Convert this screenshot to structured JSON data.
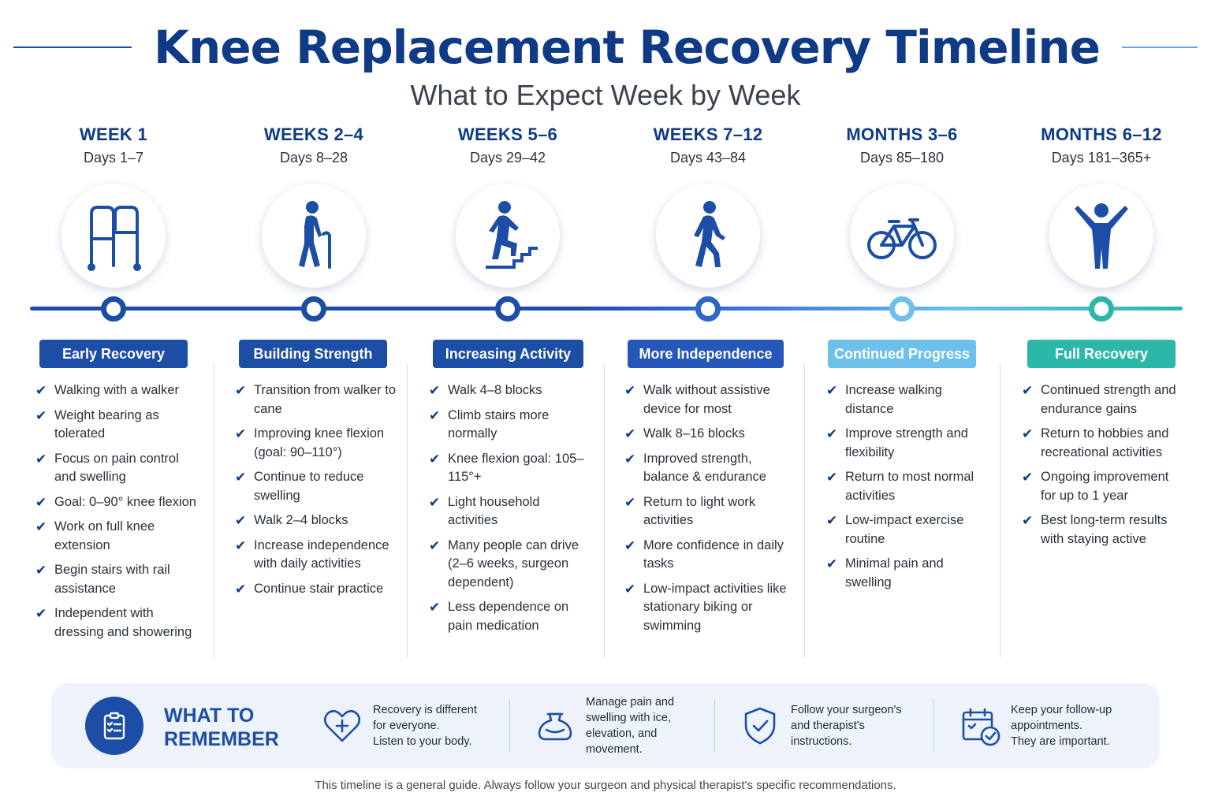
{
  "header": {
    "title": "Knee Replacement Recovery Timeline",
    "subtitle": "What to Expect Week by Week"
  },
  "colors": {
    "primary": "#1d4ea6",
    "dark": "#0f3a85",
    "light_blue": "#6cc0ea",
    "teal": "#2cb8a8"
  },
  "columns": [
    {
      "week": "WEEK 1",
      "days": "Days 1–7",
      "icon": "walker-icon",
      "stage": "Early Recovery",
      "color": "#1d4ea6",
      "items": [
        "Walking with a walker",
        "Weight bearing as tolerated",
        "Focus on pain control and swelling",
        "Goal: 0–90° knee flexion",
        "Work on full knee extension",
        "Begin stairs with rail assistance",
        "Independent with dressing and showering"
      ]
    },
    {
      "week": "WEEKS 2–4",
      "days": "Days 8–28",
      "icon": "person-with-cane-icon",
      "stage": "Building Strength",
      "color": "#1d4ea6",
      "items": [
        "Transition from walker to cane",
        "Improving knee flexion (goal: 90–110°)",
        "Continue to reduce swelling",
        "Walk 2–4 blocks",
        "Increase independence with daily activities",
        "Continue stair practice"
      ]
    },
    {
      "week": "WEEKS 5–6",
      "days": "Days 29–42",
      "icon": "person-climbing-stairs-icon",
      "stage": "Increasing Activity",
      "color": "#1d4ea6",
      "items": [
        "Walk 4–8 blocks",
        "Climb stairs more normally",
        "Knee flexion goal: 105–115°+",
        "Light household activities",
        "Many people can drive (2–6 weeks, surgeon dependent)",
        "Less dependence on pain medication"
      ]
    },
    {
      "week": "WEEKS 7–12",
      "days": "Days 43–84",
      "icon": "person-walking-icon",
      "stage": "More Independence",
      "color": "#2558b8",
      "items": [
        "Walk without assistive device for most",
        "Walk 8–16 blocks",
        "Improved strength, balance & endurance",
        "Return to light work activities",
        "More confidence in daily tasks",
        "Low-impact activities like stationary biking or swimming"
      ]
    },
    {
      "week": "MONTHS 3–6",
      "days": "Days 85–180",
      "icon": "bicycle-icon",
      "stage": "Continued Progress",
      "color": "#6cc0ea",
      "items": [
        "Increase walking distance",
        "Improve strength and flexibility",
        "Return to most normal activities",
        "Low-impact exercise routine",
        "Minimal pain and swelling"
      ]
    },
    {
      "week": "MONTHS 6–12",
      "days": "Days 181–365+",
      "icon": "person-celebrating-icon",
      "stage": "Full Recovery",
      "color": "#2cb8a8",
      "items": [
        "Continued strength and endurance gains",
        "Return to hobbies and recreational activities",
        "Ongoing improvement for up to 1 year",
        "Best long-term results with staying active"
      ]
    }
  ],
  "remember": {
    "title_line1": "WHAT TO",
    "title_line2": "REMEMBER",
    "tips": [
      {
        "icon": "heart-plus-icon",
        "lines": [
          "Recovery is different",
          "for everyone.",
          "Listen to your body."
        ]
      },
      {
        "icon": "ice-pack-icon",
        "lines": [
          "Manage pain and",
          "swelling with ice,",
          "elevation, and",
          "movement."
        ]
      },
      {
        "icon": "shield-check-icon",
        "lines": [
          "Follow your surgeon's",
          "and therapist's",
          "instructions."
        ]
      },
      {
        "icon": "calendar-check-icon",
        "lines": [
          "Keep your follow-up",
          "appointments.",
          "They are important."
        ]
      }
    ]
  },
  "footer": "This timeline is a general guide. Always follow your surgeon and physical therapist's specific recommendations."
}
